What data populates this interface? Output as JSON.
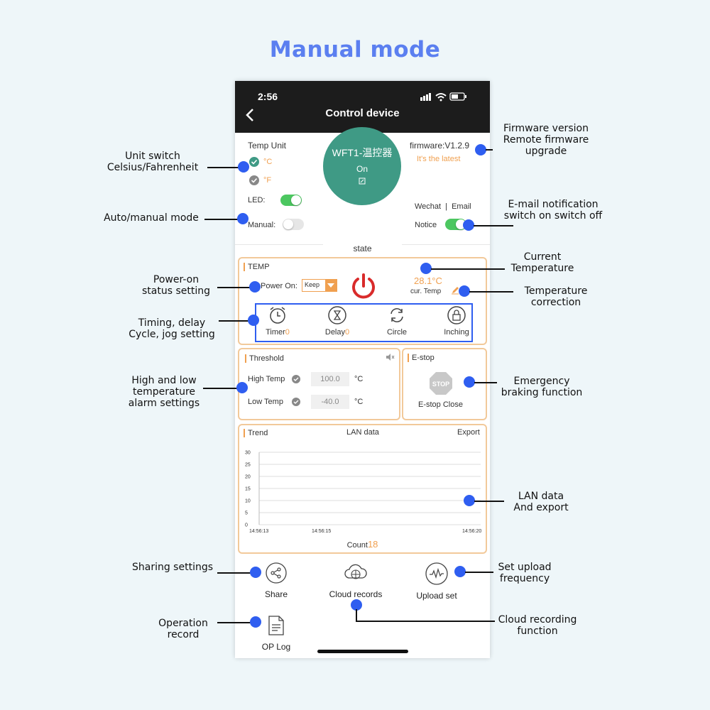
{
  "page_title": {
    "part1": "Manual",
    "part2": "mode"
  },
  "status_bar": {
    "time": "2:56"
  },
  "header": {
    "title": "Control device"
  },
  "temp_unit": {
    "label": "Temp Unit",
    "celsius": "°C",
    "fahrenheit": "°F"
  },
  "led": {
    "label": "LED:",
    "on": true
  },
  "manual": {
    "label": "Manual:",
    "on": false
  },
  "device": {
    "name": "WFT1-温控器",
    "status": "On"
  },
  "firmware": {
    "version": "firmware:V1.2.9",
    "status": "It's the latest"
  },
  "notify": {
    "wechat": "Wechat",
    "sep": "|",
    "email": "Email",
    "label": "Notice",
    "on": true
  },
  "state_label": "state",
  "temp_section": {
    "title": "TEMP",
    "power_on_label": "Power On:",
    "power_on_value": "Keep",
    "current_temp": "28.1°C",
    "cur_temp_label": "cur. Temp"
  },
  "functions": [
    {
      "label": "Timer",
      "count": "0",
      "icon": "alarm-clock-icon"
    },
    {
      "label": "Delay",
      "count": "0",
      "icon": "hourglass-icon"
    },
    {
      "label": "Circle",
      "count": "",
      "icon": "cycle-icon"
    },
    {
      "label": "Inching",
      "count": "",
      "icon": "lock-icon"
    }
  ],
  "threshold": {
    "title": "Threshold",
    "high_label": "High Temp",
    "high_value": "100.0",
    "low_label": "Low  Temp",
    "low_value": "-40.0",
    "unit": "°C"
  },
  "estop": {
    "title": "E-stop",
    "badge": "STOP",
    "status": "E-stop Close"
  },
  "trend": {
    "title": "Trend",
    "lan_label": "LAN data",
    "export_label": "Export",
    "count_label": "Count",
    "count_value": "18"
  },
  "chart_data": {
    "type": "line",
    "x": [
      "14:56:13",
      "14:56:15",
      "14:56:20"
    ],
    "yticks": [
      "30",
      "25",
      "20",
      "15",
      "10",
      "5",
      "0"
    ],
    "ylim": [
      0,
      30
    ],
    "series": []
  },
  "bottom": {
    "share": "Share",
    "cloud": "Cloud records",
    "upload": "Upload set",
    "oplog": "OP Log"
  },
  "annotations": {
    "firmware_1": "Firmware version",
    "firmware_2": "Remote firmware",
    "firmware_3": "upgrade",
    "unit_1": "Unit switch",
    "unit_2": "Celsius/Fahrenheit",
    "email_1": "E-mail notification",
    "email_2": "switch on switch off",
    "auto_1": "Auto/manual mode",
    "cur_1": "Current",
    "cur_2": "Temperature",
    "power_1": "Power-on",
    "power_2": "status setting",
    "corr_1": "Temperature",
    "corr_2": "correction",
    "timing_1": "Timing, delay",
    "timing_2": "Cycle, jog setting",
    "alarm_1": "High and low",
    "alarm_2": "temperature",
    "alarm_3": "alarm settings",
    "brake_1": "Emergency",
    "brake_2": "braking function",
    "lan_1": "LAN data",
    "lan_2": "And export",
    "share_1": "Sharing settings",
    "upload_1": "Set upload",
    "upload_2": "frequency",
    "op_1": "Operation",
    "op_2": "record",
    "cloudrec_1": "Cloud recording",
    "cloudrec_2": "function"
  },
  "colors": {
    "accent_orange": "#f0a050",
    "device_green": "#3f9a85",
    "toggle_green": "#4cc760",
    "annotation_blue": "#2f5ef0"
  }
}
